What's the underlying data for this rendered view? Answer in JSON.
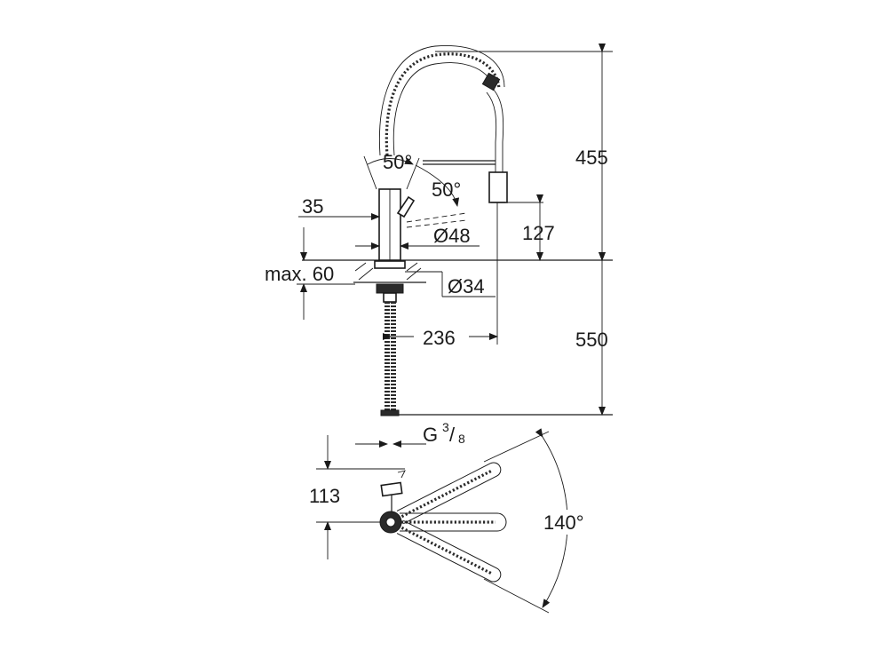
{
  "drawing": {
    "dimensions": {
      "total_height": "455",
      "spout_height": "127",
      "below_counter": "550",
      "reach": "236",
      "body_diameter": "Ø48",
      "hole_diameter": "Ø34",
      "lever_offset": "35",
      "max_thickness": "max. 60",
      "lever_angle_front": "50°",
      "lever_angle_side": "50°",
      "connection_prefix": "G",
      "connection_numerator": "3",
      "connection_denominator": "8",
      "top_view_offset": "113",
      "swivel_angle": "140°"
    }
  }
}
